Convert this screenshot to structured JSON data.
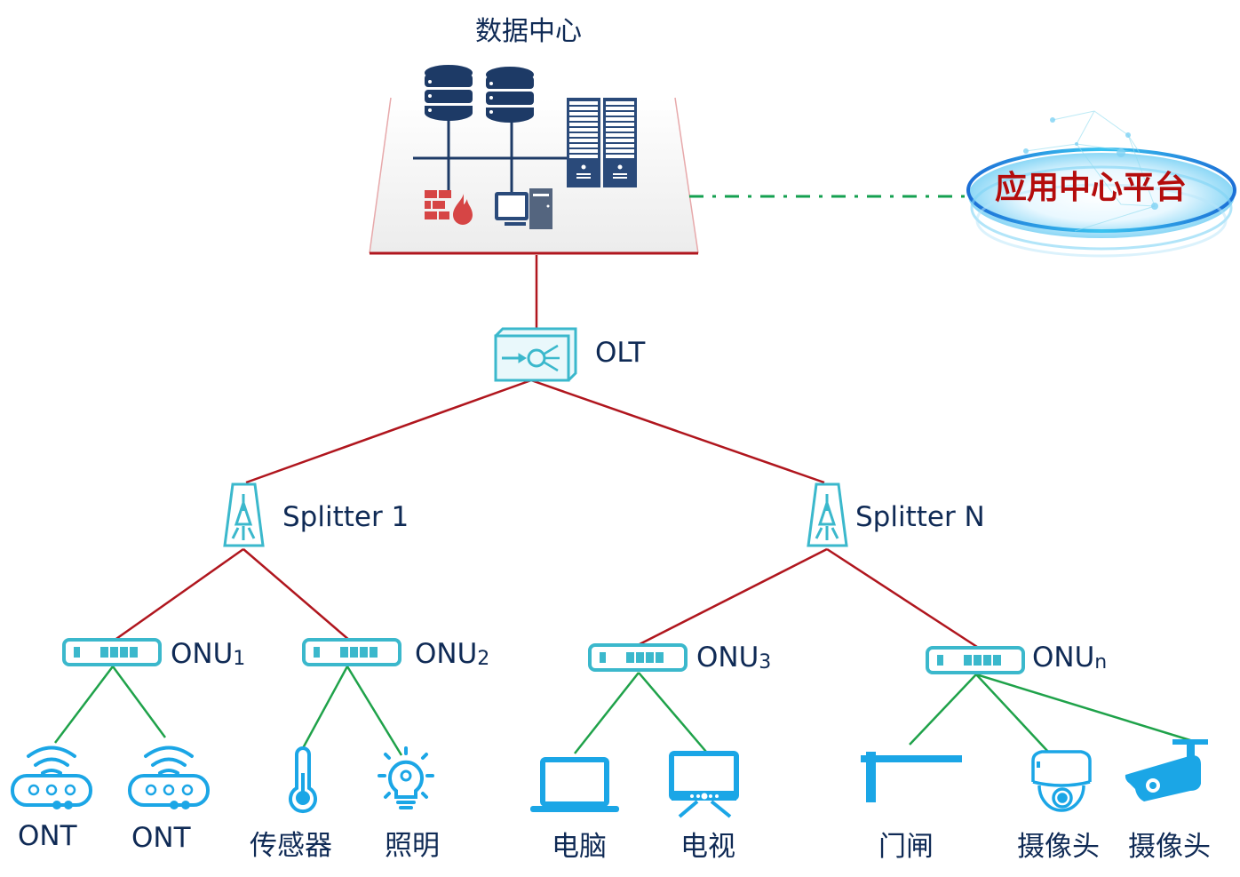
{
  "data_center": {
    "title": "数据中心"
  },
  "app_platform": {
    "label": "应用中心平台"
  },
  "olt": {
    "label": "OLT"
  },
  "splitters": [
    {
      "label": "Splitter 1"
    },
    {
      "label": "Splitter N"
    }
  ],
  "onus": [
    {
      "base": "ONU",
      "sub": "1"
    },
    {
      "base": "ONU",
      "sub": "2"
    },
    {
      "base": "ONU",
      "sub": "3"
    },
    {
      "base": "ONU",
      "sub": "n"
    }
  ],
  "devices": [
    {
      "label": "ONT",
      "icon": "router-wifi-icon"
    },
    {
      "label": "ONT",
      "icon": "router-wifi-icon"
    },
    {
      "label": "传感器",
      "icon": "thermometer-icon"
    },
    {
      "label": "照明",
      "icon": "lightbulb-icon"
    },
    {
      "label": "电脑",
      "icon": "laptop-icon"
    },
    {
      "label": "电视",
      "icon": "tv-icon"
    },
    {
      "label": "门闸",
      "icon": "barrier-gate-icon"
    },
    {
      "label": "摄像头",
      "icon": "dome-camera-icon"
    },
    {
      "label": "摄像头",
      "icon": "bullet-camera-icon"
    }
  ],
  "colors": {
    "fiber_line": "#b0161e",
    "access_line": "#1fa24a",
    "link_dashdot": "#14a050",
    "device_icon": "#1ba6e6",
    "network_icon": "#3bb8cc",
    "server_icon": "#1d3a66",
    "firewall": "#d64545",
    "label_text": "#0f2a55",
    "platform_text": "#b40c0c"
  }
}
